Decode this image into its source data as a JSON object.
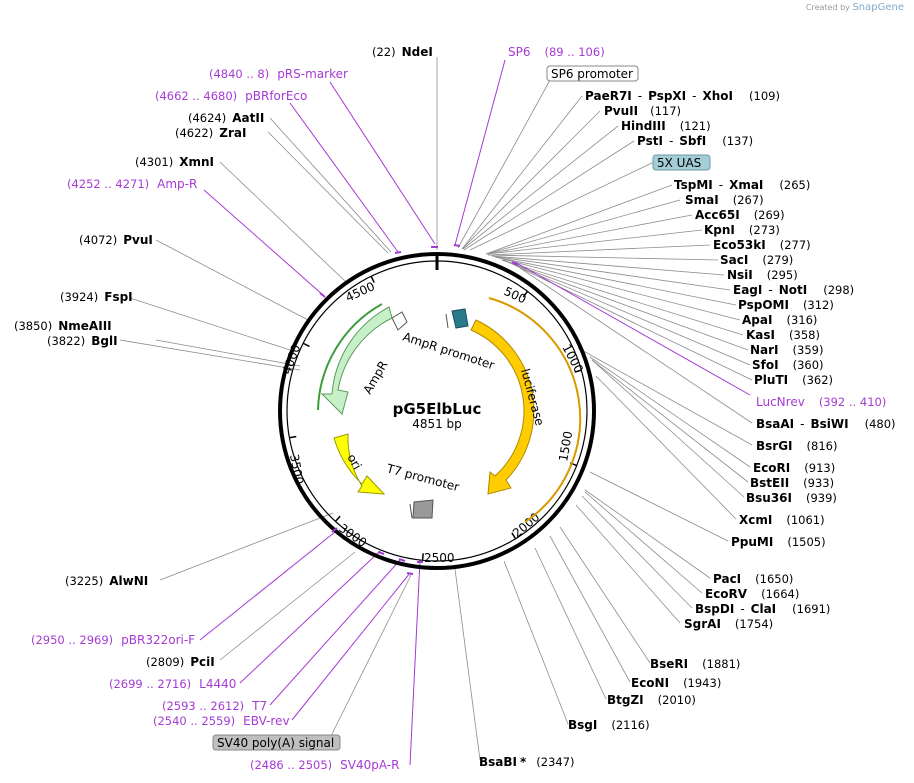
{
  "credit": {
    "text": "Created by",
    "brand": "SnapGene"
  },
  "plasmid": {
    "name": "pG5ElbLuc",
    "length": "4851 bp"
  },
  "ring_ticks": [
    "500",
    "1000",
    "1500",
    "2000",
    "2500",
    "3000",
    "3500",
    "4000",
    "4500"
  ],
  "features": {
    "ampr": "AmpR",
    "ampr_promoter": "AmpR promoter",
    "luciferase": "luciferase",
    "ori": "ori",
    "t7_promoter": "T7 promoter"
  },
  "boxed": {
    "sp6_promoter": "SP6 promoter",
    "uas": "5X UAS",
    "sv40": "SV40 poly(A) signal"
  },
  "labels": {
    "ndei": {
      "pos": "(22)",
      "name": "NdeI"
    },
    "sp6": {
      "name": "SP6",
      "pos": "(89 .. 106)"
    },
    "prs_marker": {
      "pos": "(4840 .. 8)",
      "name": "pRS-marker"
    },
    "pbrforeco": {
      "pos": "(4662 .. 4680)",
      "name": "pBRforEco"
    },
    "aatii": {
      "pos": "(4624)",
      "name": "AatII"
    },
    "zrai": {
      "pos": "(4622)",
      "name": "ZraI"
    },
    "xmni": {
      "pos": "(4301)",
      "name": "XmnI"
    },
    "ampr_primer": {
      "pos": "(4252 .. 4271)",
      "name": "Amp-R"
    },
    "pvui": {
      "pos": "(4072)",
      "name": "PvuI"
    },
    "fspi": {
      "pos": "(3924)",
      "name": "FspI"
    },
    "nmeaiii": {
      "pos": "(3850)",
      "name": "NmeAIII"
    },
    "bgli": {
      "pos": "(3822)",
      "name": "BglI"
    },
    "paer7i": {
      "name": "PaeR7I",
      "sep1": "-",
      "name2": "PspXI",
      "sep2": "-",
      "name3": "XhoI",
      "pos": "(109)"
    },
    "pvuii": {
      "name": "PvuII",
      "pos": "(117)"
    },
    "hindiii": {
      "name": "HindIII",
      "pos": "(121)"
    },
    "psti": {
      "name": "PstI",
      "sep": "-",
      "name2": "SbfI",
      "pos": "(137)"
    },
    "tspmi": {
      "name": "TspMI",
      "sep": "-",
      "name2": "XmaI",
      "pos": "(265)"
    },
    "smai": {
      "name": "SmaI",
      "pos": "(267)"
    },
    "acc65i": {
      "name": "Acc65I",
      "pos": "(269)"
    },
    "kpni": {
      "name": "KpnI",
      "pos": "(273)"
    },
    "eco53ki": {
      "name": "Eco53kI",
      "pos": "(277)"
    },
    "saci": {
      "name": "SacI",
      "pos": "(279)"
    },
    "nsii": {
      "name": "NsiI",
      "pos": "(295)"
    },
    "eagi": {
      "name": "EagI",
      "sep": "-",
      "name2": "NotI",
      "pos": "(298)"
    },
    "pspomi": {
      "name": "PspOMI",
      "pos": "(312)"
    },
    "apai": {
      "name": "ApaI",
      "pos": "(316)"
    },
    "kasi": {
      "name": "KasI",
      "pos": "(358)"
    },
    "nari": {
      "name": "NarI",
      "pos": "(359)"
    },
    "sfoi": {
      "name": "SfoI",
      "pos": "(360)"
    },
    "pluti": {
      "name": "PluTI",
      "pos": "(362)"
    },
    "lucnrev": {
      "name": "LucNrev",
      "pos": "(392 .. 410)"
    },
    "bsaai": {
      "name": "BsaAI",
      "sep": "-",
      "name2": "BsiWI",
      "pos": "(480)"
    },
    "bsrgi": {
      "name": "BsrGI",
      "pos": "(816)"
    },
    "ecori": {
      "name": "EcoRI",
      "pos": "(913)"
    },
    "bsteii": {
      "name": "BstEII",
      "pos": "(933)"
    },
    "bsu36i": {
      "name": "Bsu36I",
      "pos": "(939)"
    },
    "xcmi": {
      "name": "XcmI",
      "pos": "(1061)"
    },
    "ppumi": {
      "name": "PpuMI",
      "pos": "(1505)"
    },
    "paci": {
      "name": "PacI",
      "pos": "(1650)"
    },
    "ecorv": {
      "name": "EcoRV",
      "pos": "(1664)"
    },
    "bspdi": {
      "name": "BspDI",
      "sep": "-",
      "name2": "ClaI",
      "pos": "(1691)"
    },
    "sgrai": {
      "name": "SgrAI",
      "pos": "(1754)"
    },
    "bseri": {
      "name": "BseRI",
      "pos": "(1881)"
    },
    "econi": {
      "name": "EcoNI",
      "pos": "(1943)"
    },
    "btgzi": {
      "name": "BtgZI",
      "pos": "(2010)"
    },
    "bsgi": {
      "name": "BsgI",
      "pos": "(2116)"
    },
    "bsabi": {
      "name": "BsaBI",
      "star": "*",
      "pos": "(2347)"
    },
    "alwni": {
      "pos": "(3225)",
      "name": "AlwNI"
    },
    "pbr322": {
      "pos": "(2950 .. 2969)",
      "name": "pBR322ori-F"
    },
    "pcii": {
      "pos": "(2809)",
      "name": "PciI"
    },
    "l4440": {
      "pos": "(2699 .. 2716)",
      "name": "L4440"
    },
    "t7": {
      "pos": "(2593 .. 2612)",
      "name": "T7"
    },
    "ebvrev": {
      "pos": "(2540 .. 2559)",
      "name": "EBV-rev"
    },
    "sv40pa": {
      "pos": "(2486 .. 2505)",
      "name": "SV40pA-R"
    }
  },
  "colors": {
    "primer": "#a53ad4",
    "ampr": "#c8f0c8",
    "luciferase": "#ffcc00",
    "ori": "#ffff00",
    "uas_box": "#a4cdd6",
    "sv40_box": "#bfbfbf",
    "sp6_box": "#ffffff",
    "t7_box": "#999999",
    "sp6_feature": "#2a7a8c"
  }
}
